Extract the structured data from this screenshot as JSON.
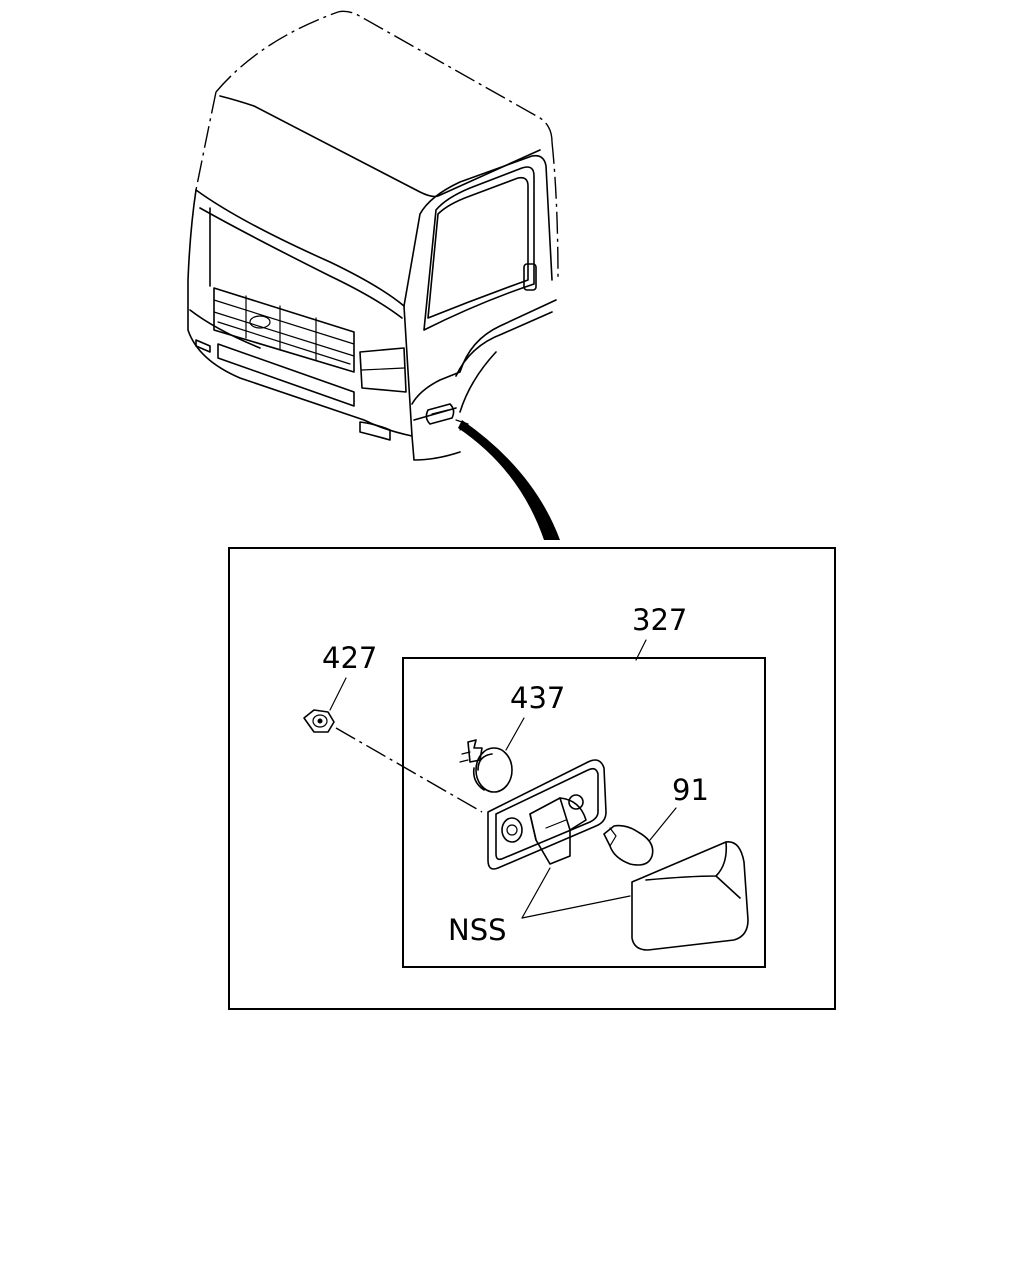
{
  "diagram": {
    "callouts": {
      "c327": "327",
      "c427": "427",
      "c437": "437",
      "c91": "91",
      "nss": "NSS"
    }
  }
}
